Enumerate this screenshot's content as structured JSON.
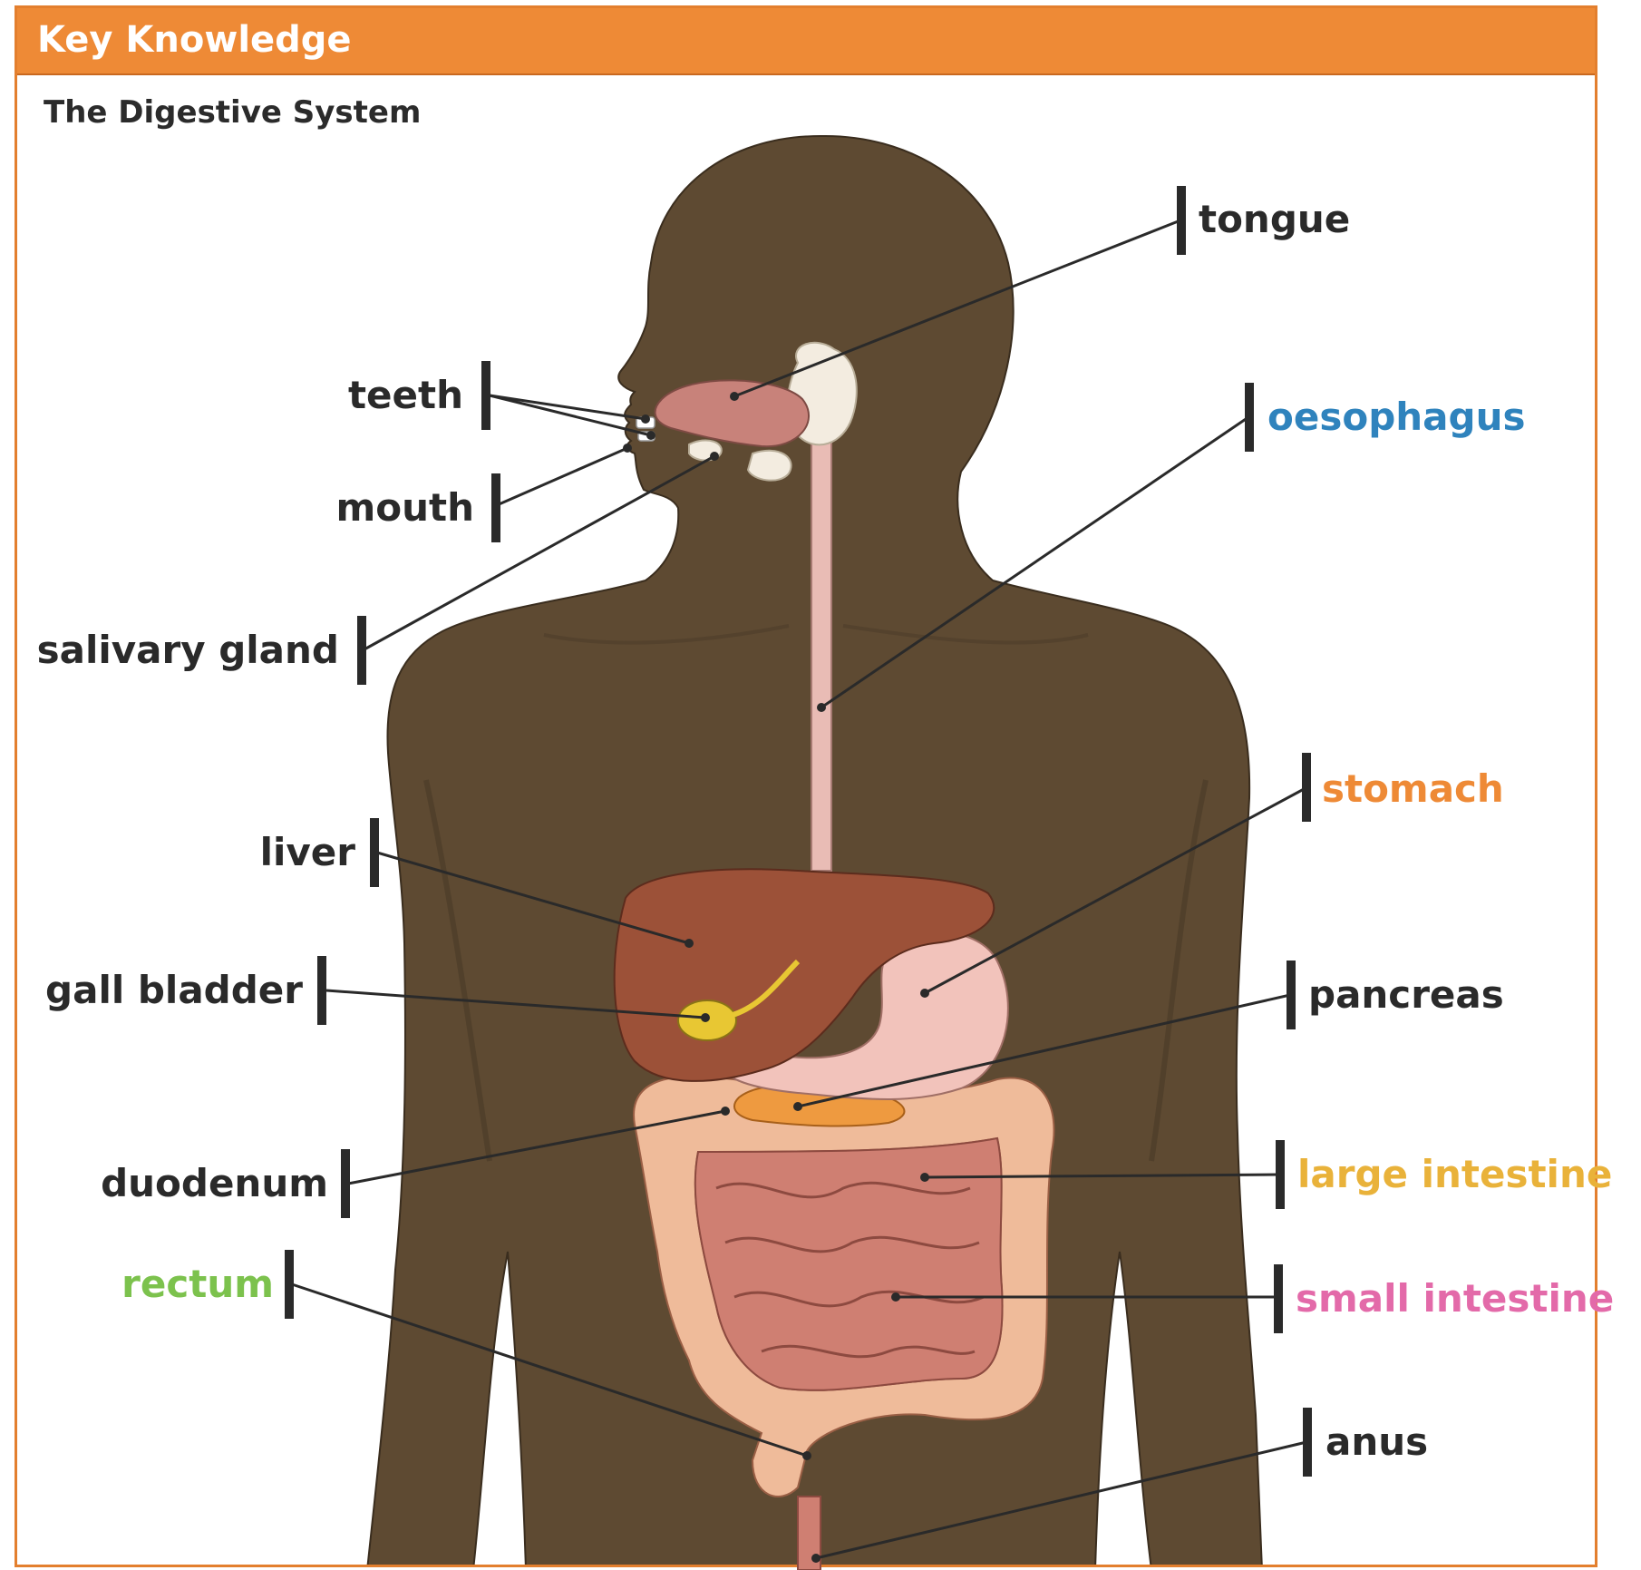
{
  "header": {
    "title": "Key Knowledge"
  },
  "subtitle": "The Digestive System",
  "colors": {
    "header": "#ee8a36",
    "skin": "#5e4a32",
    "liver": "#9c5138",
    "stomach": "#f2c3bb",
    "small_intestine": "#cf7f72",
    "large_intestine": "#efbb9a",
    "gall_bladder": "#e8c733",
    "pancreas": "#ee9a40",
    "oesophagus": "#e9bcb5",
    "label_dark": "#2a2a2a",
    "label_blue": "#2f83bd",
    "label_orange": "#ee8a36",
    "label_yellow": "#e9b23a",
    "label_pink": "#e36aa9",
    "label_green": "#7cc24d"
  },
  "labels": {
    "tongue": "tongue",
    "teeth": "teeth",
    "oesophagus": "oesophagus",
    "mouth": "mouth",
    "salivary_gland": "salivary gland",
    "stomach": "stomach",
    "liver": "liver",
    "gall_bladder": "gall bladder",
    "pancreas": "pancreas",
    "duodenum": "duodenum",
    "large_intestine": "large intestine",
    "rectum": "rectum",
    "small_intestine": "small intestine",
    "anus": "anus"
  }
}
